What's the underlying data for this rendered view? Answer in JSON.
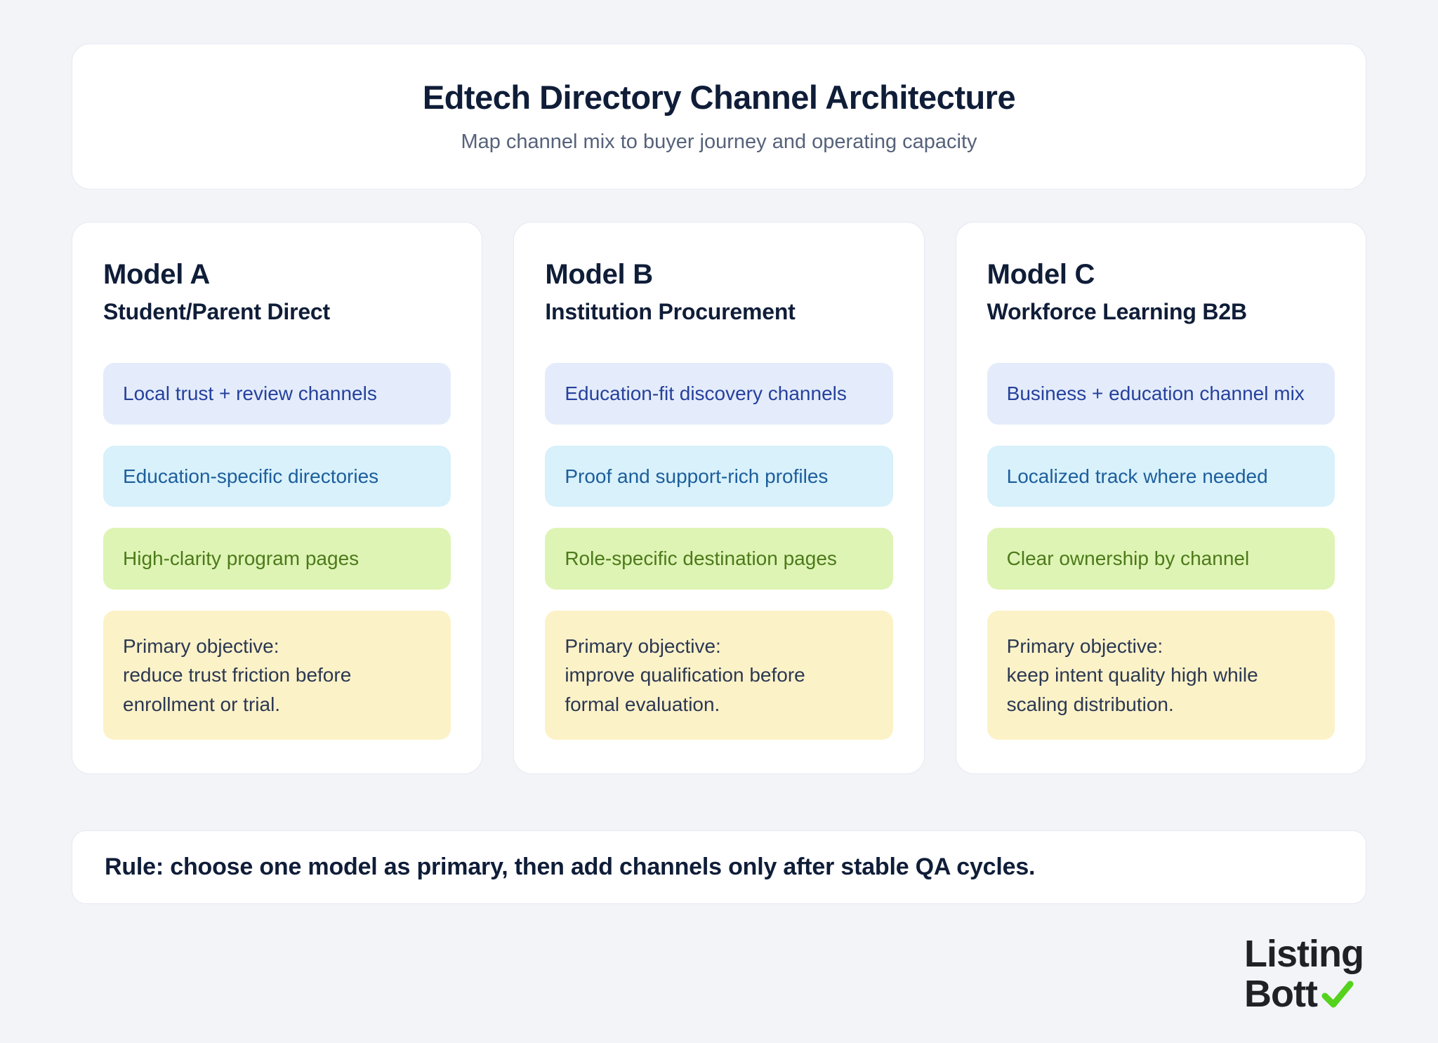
{
  "header": {
    "title": "Edtech Directory Channel Architecture",
    "subtitle": "Map channel mix to buyer journey and operating capacity"
  },
  "models": [
    {
      "name": "Model A",
      "subtitle": "Student/Parent Direct",
      "channels": [
        {
          "label": "Local trust + review channels",
          "type": "blue"
        },
        {
          "label": "Education-specific directories",
          "type": "cyan"
        },
        {
          "label": "High-clarity program pages",
          "type": "green"
        }
      ],
      "objective": "Primary objective:\nreduce trust friction before\nenrollment or trial."
    },
    {
      "name": "Model B",
      "subtitle": "Institution Procurement",
      "channels": [
        {
          "label": "Education-fit discovery channels",
          "type": "blue"
        },
        {
          "label": "Proof and support-rich profiles",
          "type": "cyan"
        },
        {
          "label": "Role-specific destination pages",
          "type": "green"
        }
      ],
      "objective": "Primary objective:\nimprove qualification before\nformal evaluation."
    },
    {
      "name": "Model C",
      "subtitle": "Workforce Learning B2B",
      "channels": [
        {
          "label": "Business + education channel mix",
          "type": "blue"
        },
        {
          "label": "Localized track where needed",
          "type": "cyan"
        },
        {
          "label": "Clear ownership by channel",
          "type": "green"
        }
      ],
      "objective": "Primary objective:\nkeep intent quality high while\nscaling distribution."
    }
  ],
  "rule": "Rule: choose one model as primary, then add channels only after stable QA cycles.",
  "logo": {
    "line1": "Listing",
    "line2": "Bott"
  },
  "colors": {
    "bg": "#f2f4f8",
    "card_border": "#e5e9f0",
    "title_color": "#0f1d38",
    "subtitle_color": "#56627a",
    "pill_blue_bg": "#e4ecfb",
    "pill_blue_text": "#26419c",
    "pill_cyan_bg": "#d8f1fb",
    "pill_cyan_text": "#1d5e9c",
    "pill_green_bg": "#def4b4",
    "pill_green_text": "#4c7a1a",
    "pill_yellow_bg": "#fcf2c8",
    "pill_yellow_text": "#2b3852",
    "check_color": "#55d21c"
  }
}
